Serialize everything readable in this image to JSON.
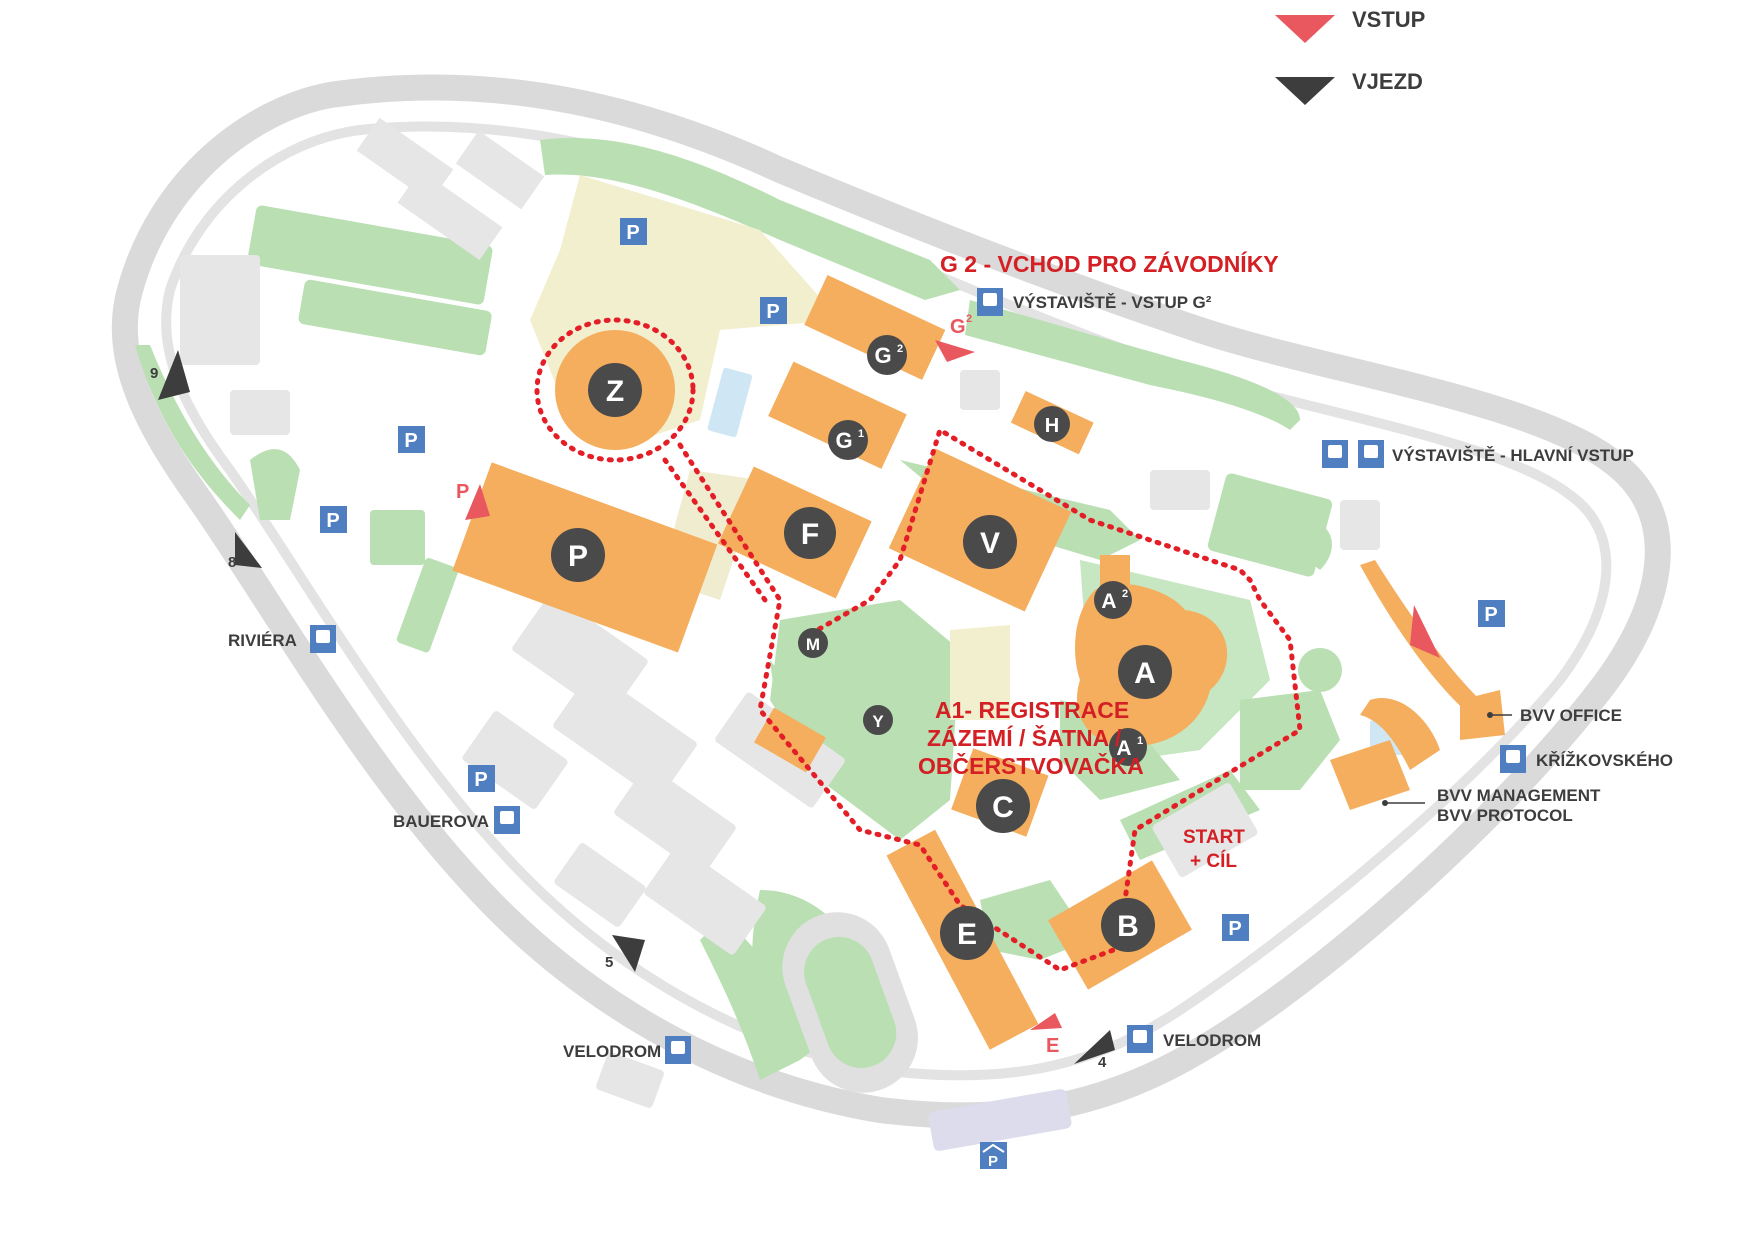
{
  "legend": {
    "entrance": "VSTUP",
    "vehicle_entry": "VJEZD"
  },
  "colors": {
    "pavilion": "#f4ae5e",
    "pavilion_badge": "#4a4a4a",
    "route": "#e41e26",
    "entrance_marker": "#e9575f",
    "vehicle_marker": "#3d3d3d",
    "parking": "#4f7fc1",
    "transit": "#4f7fc1",
    "greenery": "#b9dfb3",
    "road": "#d5d5d5",
    "service_area": "#f2efcf",
    "building_grey": "#e6e6e6"
  },
  "pavilions": {
    "z": "Z",
    "p": "P",
    "g2": "G",
    "g2_sup": "2",
    "g1": "G",
    "g1_sup": "1",
    "h": "H",
    "f": "F",
    "v": "V",
    "a": "A",
    "a2": "A",
    "a2_sup": "2",
    "a1": "A",
    "a1_sup": "1",
    "m": "M",
    "y": "Y",
    "c": "C",
    "b": "B",
    "e": "E"
  },
  "parking_label": "P",
  "transit_icons": {
    "tram": "tram-icon",
    "bus": "bus-icon"
  },
  "stops": {
    "vystaviste_g2": "VÝSTAVIŠTĚ - VSTUP G²",
    "vystaviste_main": "VÝSTAVIŠTĚ - HLAVNÍ VSTUP",
    "riviera": "RIVIÉRA",
    "bauerova": "BAUEROVA",
    "velodrom_left": "VELODROM",
    "velodrom_right": "VELODROM",
    "krizkovskeho": "KŘÍŽKOVSKÉHO"
  },
  "offices": {
    "bvv_office": "BVV OFFICE",
    "bvv_management": "BVV MANAGEMENT",
    "bvv_protocol": "BVV PROTOCOL"
  },
  "entrances": {
    "g2": "G",
    "g2_sup": "2",
    "p": "P",
    "e": "E"
  },
  "gate_numbers": {
    "g9": "9",
    "g8": "8",
    "g5": "5",
    "g4": "4"
  },
  "event": {
    "competitor_entrance": "G 2 - VCHOD PRO ZÁVODNÍKY",
    "registration_line1": "A1- REGISTRACE",
    "registration_line2": "ZÁZEMÍ / ŠATNA /",
    "registration_line3": "OBČERSTVOVAČKA",
    "start_line1": "START",
    "start_line2": "+ CÍL"
  }
}
